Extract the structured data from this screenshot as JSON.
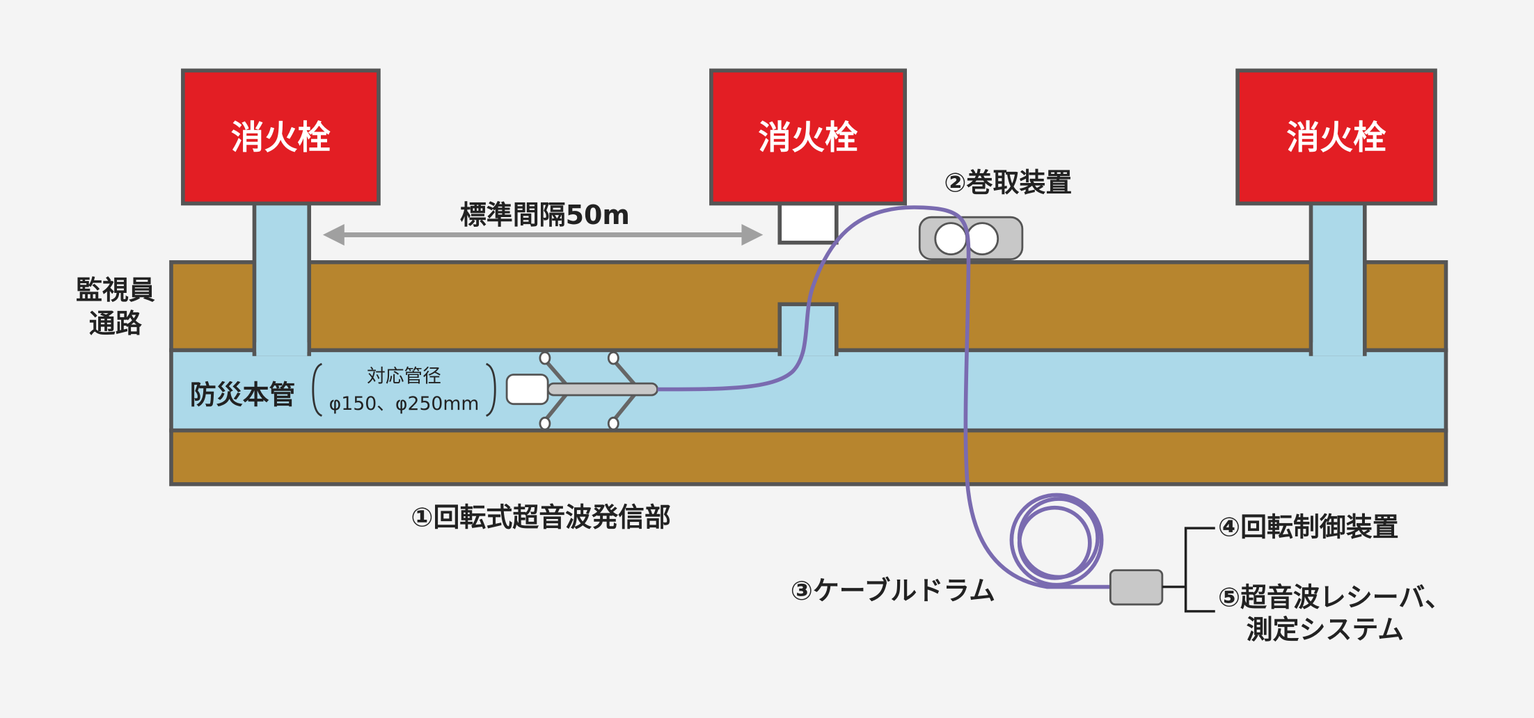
{
  "hydrants": [
    "消火栓",
    "消火栓",
    "消火栓"
  ],
  "spacing_label": "標準間隔50m",
  "walkway_label": [
    "監視員",
    "通路"
  ],
  "main_pipe_label": "防災本管",
  "pipe_diameter": {
    "title": "対応管径",
    "value": "φ150、φ250mm"
  },
  "components": {
    "transmitter": "①回転式超音波発信部",
    "winder": "②巻取装置",
    "cable_drum": "③ケーブルドラム",
    "rotation_control": "④回転制御装置",
    "receiver_line1": "⑤超音波レシーバ、",
    "receiver_line2": "測定システム"
  },
  "colors": {
    "hydrant": "#e31e24",
    "soil": "#b7852e",
    "pipe": "#acd9e9",
    "cable": "#7a6bb0",
    "outline": "#555555"
  }
}
